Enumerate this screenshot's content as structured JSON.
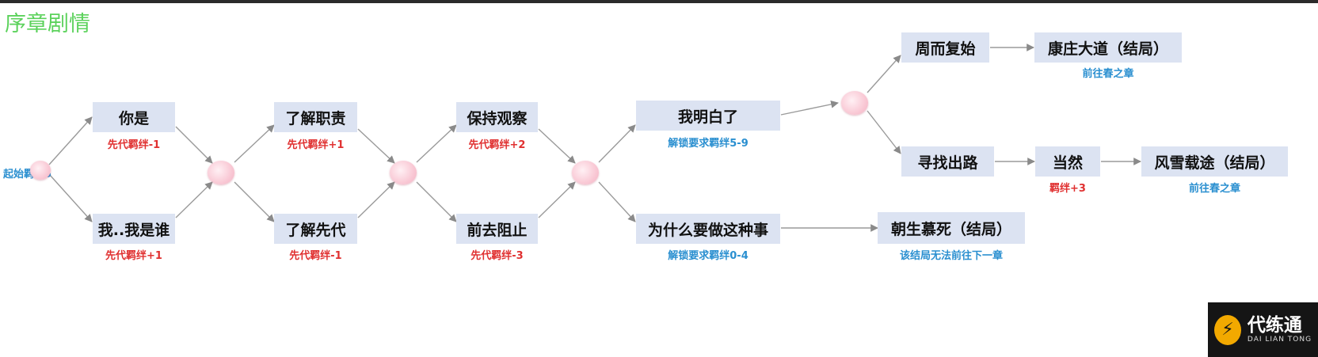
{
  "title": "序章剧情",
  "start_label": "起始羁绊5",
  "nodes": {
    "n1": "你是",
    "n2": "我..我是谁",
    "n3": "了解职责",
    "n4": "了解先代",
    "n5": "保持观察",
    "n6": "前去阻止",
    "n7": "我明白了",
    "n8": "为什么要做这种事",
    "n9": "朝生慕死（结局）",
    "n10": "周而复始",
    "n11": "寻找出路",
    "n12": "康庄大道（结局）",
    "n13": "当然",
    "n14": "风雪载途（结局）"
  },
  "notes": {
    "n1": "先代羁绊-1",
    "n2": "先代羁绊+1",
    "n3": "先代羁绊+1",
    "n4": "先代羁绊-1",
    "n5": "先代羁绊+2",
    "n6": "先代羁绊-3",
    "n7": "解锁要求羁绊5-9",
    "n8": "解锁要求羁绊0-4",
    "n9": "该结局无法前往下一章",
    "n12": "前往春之章",
    "n13": "羁绊+3",
    "n14": "前往春之章"
  },
  "colors": {
    "title": "#5bd25b",
    "node_bg": "#dce3f2",
    "note_red": "#e03030",
    "note_blue": "#2a8fd0",
    "joint": "#f9c9d5"
  },
  "watermark": {
    "icon": "lightning-logo-icon",
    "cn": "代练通",
    "en": "DAI LIAN TONG"
  }
}
